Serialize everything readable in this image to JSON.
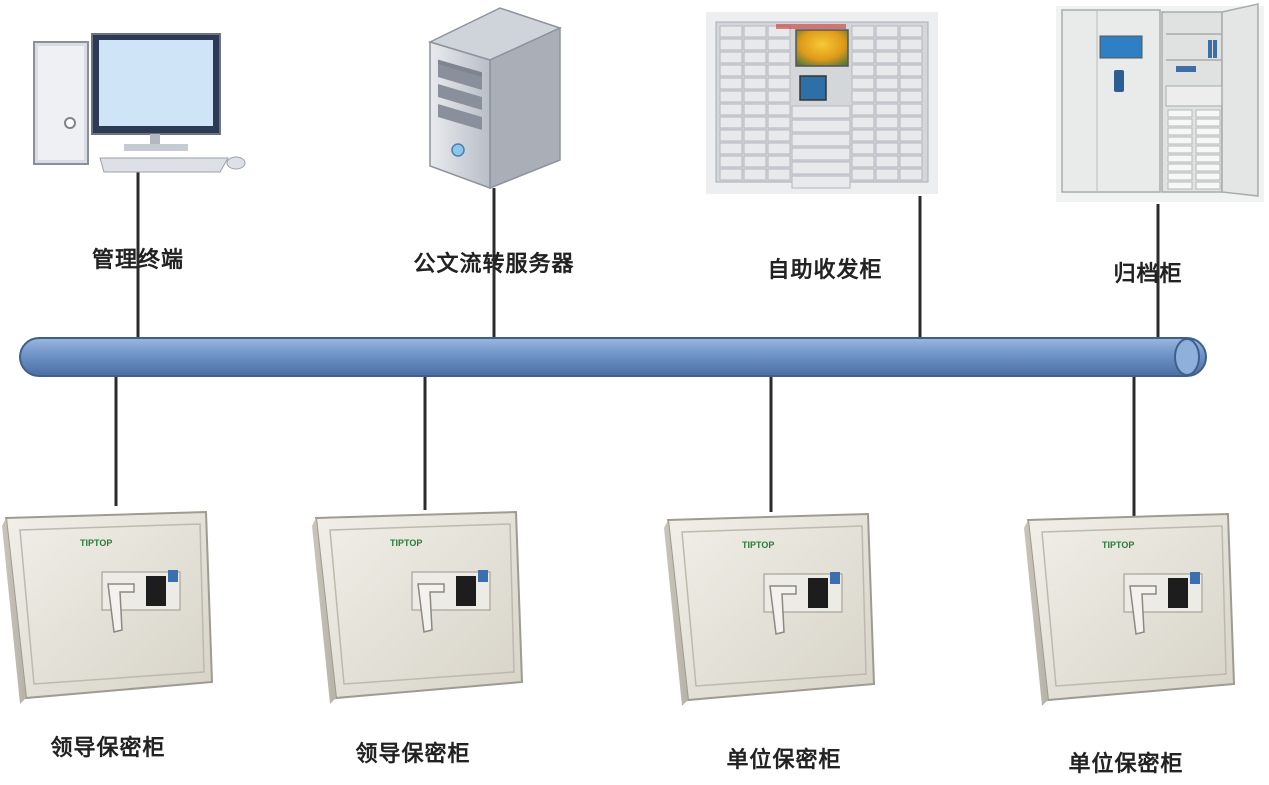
{
  "top_nodes": [
    {
      "id": "management-terminal",
      "label": "管理终端"
    },
    {
      "id": "document-server",
      "label": "公文流转服务器"
    },
    {
      "id": "self-service-cabinet",
      "label": "自助收发柜"
    },
    {
      "id": "archive-cabinet",
      "label": "归档柜"
    }
  ],
  "bottom_nodes": [
    {
      "id": "leader-safe-1",
      "label": "领导保密柜",
      "brand": "TIPTOP"
    },
    {
      "id": "leader-safe-2",
      "label": "领导保密柜",
      "brand": "TIPTOP"
    },
    {
      "id": "unit-safe-1",
      "label": "单位保密柜",
      "brand": "TIPTOP"
    },
    {
      "id": "unit-safe-2",
      "label": "单位保密柜",
      "brand": "TIPTOP"
    }
  ],
  "colors": {
    "bus_fill": "#6d93c7",
    "bus_stroke": "#3f5f8f",
    "connector": "#2b2b2b",
    "safe_body": "#e6e3da"
  }
}
